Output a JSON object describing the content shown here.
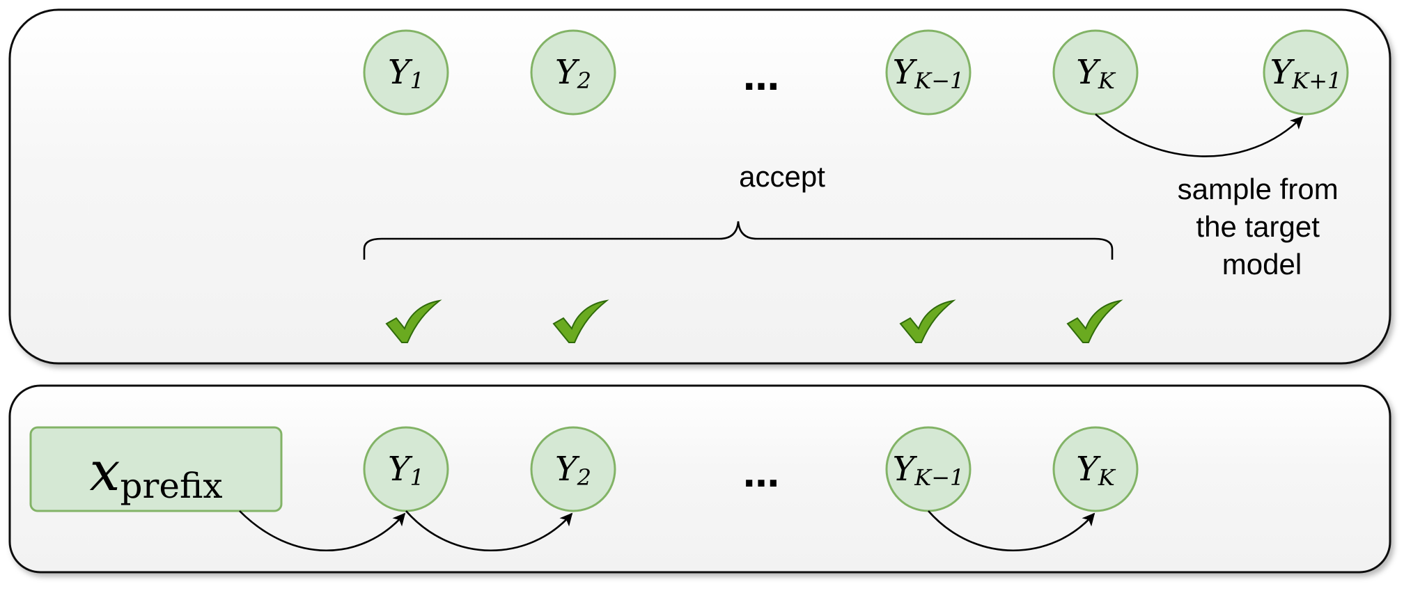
{
  "top_panel": {
    "nodes": [
      {
        "var": "Y",
        "sub": "1"
      },
      {
        "var": "Y",
        "sub": "2"
      },
      {
        "var": "Y",
        "sub": "K−1"
      },
      {
        "var": "Y",
        "sub": "K"
      },
      {
        "var": "Y",
        "sub": "K+1"
      }
    ],
    "ellipsis": "…",
    "brace_label": "accept",
    "sample_label": [
      "sample from",
      "the target",
      "model"
    ],
    "checkmark_count": 4
  },
  "bottom_panel": {
    "prefix": {
      "var": "x",
      "sub": "prefix"
    },
    "nodes": [
      {
        "var": "Y",
        "sub": "1"
      },
      {
        "var": "Y",
        "sub": "2"
      },
      {
        "var": "Y",
        "sub": "K−1"
      },
      {
        "var": "Y",
        "sub": "K"
      }
    ],
    "ellipsis": "…"
  },
  "colors": {
    "node_fill": "#d5e8d4",
    "node_stroke": "#82b366",
    "check_fill": "#6aaa20"
  }
}
